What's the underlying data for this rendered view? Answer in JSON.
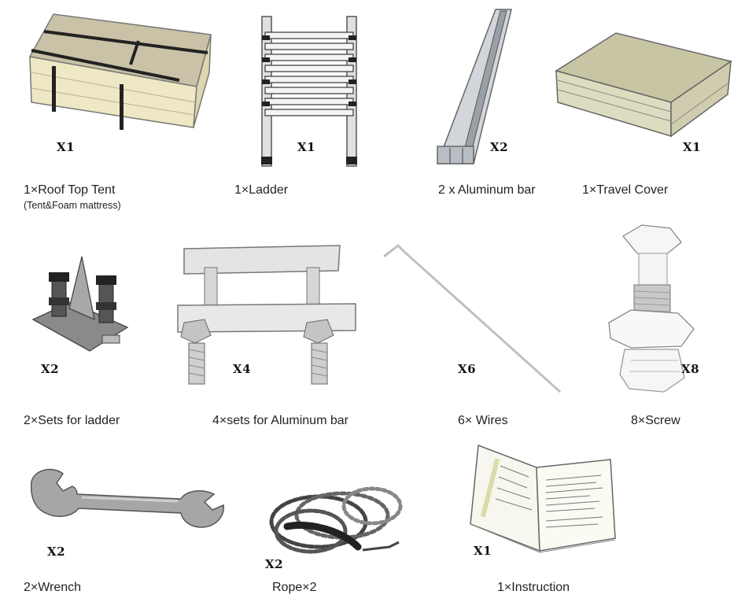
{
  "items": [
    {
      "id": "roof-top-tent",
      "qty": "X1",
      "label": "1×Roof Top Tent",
      "sublabel": "(Tent&Foam mattress)"
    },
    {
      "id": "ladder",
      "qty": "X1",
      "label": "1×Ladder"
    },
    {
      "id": "aluminum-bar",
      "qty": "X2",
      "label": "2 x Aluminum bar"
    },
    {
      "id": "travel-cover",
      "qty": "X1",
      "label": "1×Travel Cover"
    },
    {
      "id": "ladder-sets",
      "qty": "X2",
      "label": "2×Sets for ladder"
    },
    {
      "id": "aluminum-bar-sets",
      "qty": "X4",
      "label": "4×sets for Aluminum bar"
    },
    {
      "id": "wires",
      "qty": "X6",
      "label": "6× Wires"
    },
    {
      "id": "screw",
      "qty": "X8",
      "label": "8×Screw"
    },
    {
      "id": "wrench",
      "qty": "X2",
      "label": "2×Wrench"
    },
    {
      "id": "rope",
      "qty": "X2",
      "label": "Rope×2"
    },
    {
      "id": "instruction",
      "qty": "X1",
      "label": "1×Instruction"
    }
  ]
}
